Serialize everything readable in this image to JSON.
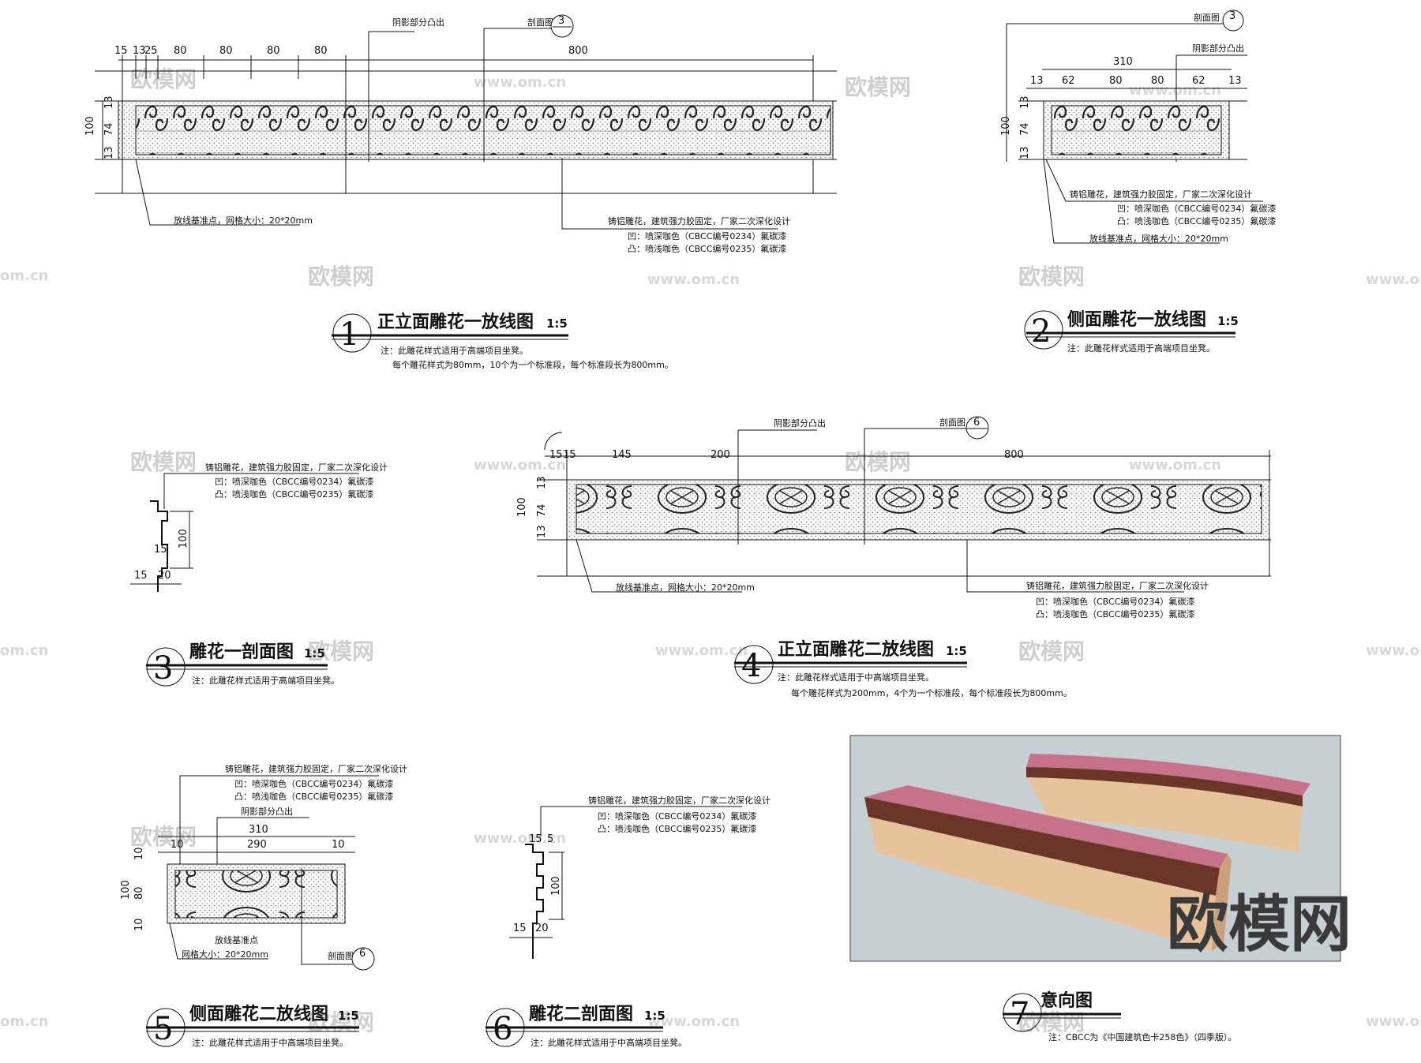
{
  "watermark": {
    "brand": "欧模网",
    "url": "www.om.cn",
    "url_frag": "om.cn"
  },
  "drawing1": {
    "num": "1",
    "title": "正立面雕花一放线图",
    "scale": "1:5",
    "note1": "注：此雕花样式适用于高端项目坐凳。",
    "note2": "每个雕花样式为80mm，10个为一个标准段，每个标准段长为800mm。",
    "dims_top": [
      "15",
      "13",
      "25",
      "80",
      "80",
      "80",
      "80"
    ],
    "dim_800": "800",
    "dims_left": [
      "100",
      "13",
      "74",
      "13"
    ],
    "callout_shadow": "阴影部分凸出",
    "callout_section_label": "剖面图",
    "callout_section_num": "3",
    "base_label": "放线基准点，网格大小：20*20mm",
    "material1": "铸铝雕花，建筑强力胶固定，厂家二次深化设计",
    "material2": "凹：喷深咖色（CBCC编号0234）氟碳漆",
    "material3": "凸：喷浅咖色（CBCC编号0235）氟碳漆"
  },
  "drawing2": {
    "num": "2",
    "title": "侧面雕花一放线图",
    "scale": "1:5",
    "note1": "注：此雕花样式适用于高端项目坐凳。",
    "dims_top": [
      "13",
      "62",
      "80",
      "80",
      "62",
      "13"
    ],
    "dim_310": "310",
    "dims_left": [
      "100",
      "13",
      "74",
      "13"
    ],
    "callout_section_label": "剖面图",
    "callout_section_num": "3",
    "callout_shadow": "阴影部分凸出",
    "material1": "铸铝雕花，建筑强力胶固定，厂家二次深化设计",
    "material2": "凹：喷深咖色（CBCC编号0234）氟碳漆",
    "material3": "凸：喷浅咖色（CBCC编号0235）氟碳漆",
    "base_label": "放线基准点，网格大小：20*20mm"
  },
  "drawing3": {
    "num": "3",
    "title": "雕花一剖面图",
    "scale": "1:5",
    "note1": "注：此雕花样式适用于高端项目坐凳。",
    "material1": "铸铝雕花，建筑强力胶固定，厂家二次深化设计",
    "material2": "凹：喷深咖色（CBCC编号0234）氟碳漆",
    "material3": "凸：喷浅咖色（CBCC编号0235）氟碳漆",
    "dims": [
      "100",
      "15",
      "15",
      "20"
    ]
  },
  "drawing4": {
    "num": "4",
    "title": "正立面雕花二放线图",
    "scale": "1:5",
    "note1": "注：此雕花样式适用于中高端项目坐凳。",
    "note2": "每个雕花样式为200mm，4个为一个标准段，每个标准段长为800mm。",
    "dims_top": [
      "15",
      "15",
      "145",
      "200"
    ],
    "dim_800": "800",
    "dims_left": [
      "100",
      "13",
      "74",
      "13"
    ],
    "callout_shadow": "阴影部分凸出",
    "callout_section_label": "剖面图",
    "callout_section_num": "6",
    "base_label": "放线基准点，网格大小：20*20mm",
    "material1": "铸铝雕花，建筑强力胶固定，厂家二次深化设计",
    "material2": "凹：喷深咖色（CBCC编号0234）氟碳漆",
    "material3": "凸：喷浅咖色（CBCC编号0235）氟碳漆"
  },
  "drawing5": {
    "num": "5",
    "title": "侧面雕花二放线图",
    "scale": "1:5",
    "note1": "注：此雕花样式适用于中高端项目坐凳。",
    "material1": "铸铝雕花，建筑强力胶固定，厂家二次深化设计",
    "material2": "凹：喷深咖色（CBCC编号0234）氟碳漆",
    "material3": "凸：喷浅咖色（CBCC编号0235）氟碳漆",
    "callout_shadow": "阴影部分凸出",
    "dim_310": "310",
    "dim_290": "290",
    "dim_10a": "10",
    "dim_10b": "10",
    "dims_left": [
      "100",
      "10",
      "80",
      "10"
    ],
    "base_label1": "放线基准点",
    "base_label2": "网格大小：20*20mm",
    "callout_section_label": "剖面图",
    "callout_section_num": "6"
  },
  "drawing6": {
    "num": "6",
    "title": "雕花二剖面图",
    "scale": "1:5",
    "note1": "注：此雕花样式适用于中高端项目坐凳。",
    "material1": "铸铝雕花，建筑强力胶固定，厂家二次深化设计",
    "material2": "凹：喷深咖色（CBCC编号0234）氟碳漆",
    "material3": "凸：喷浅咖色（CBCC编号0235）氟碳漆",
    "dims": [
      "15",
      "5",
      "100",
      "15",
      "20"
    ]
  },
  "drawing7": {
    "num": "7",
    "title": "意向图",
    "note1": "注：CBCC为《中国建筑色卡258色》（四季版）。",
    "colors": {
      "bg": "#c6d0d3",
      "stone": "#e6c39b",
      "stone_dark": "#c9a07a",
      "top": "#c7728b",
      "band": "#6b3527"
    }
  }
}
